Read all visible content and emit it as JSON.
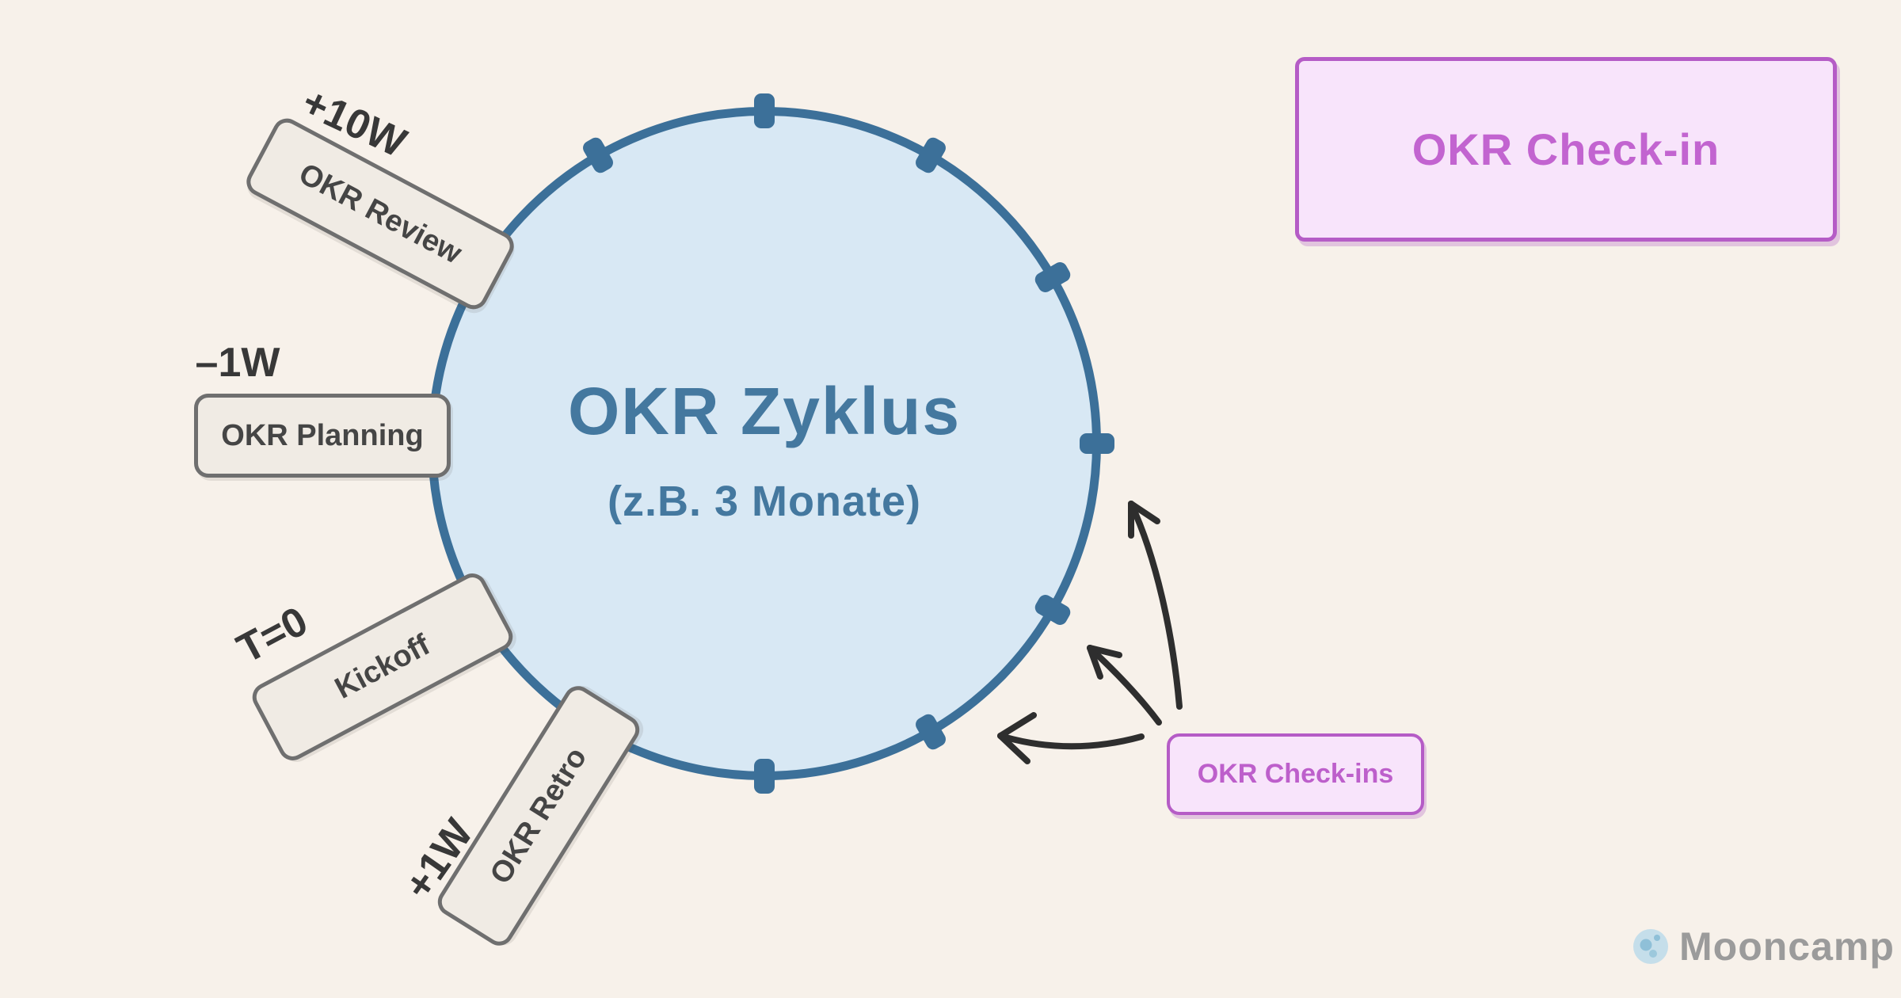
{
  "page": {
    "background": "#f7f1ea"
  },
  "cycle": {
    "title": "OKR Zyklus",
    "subtitle": "(z.B. 3 Monate)",
    "fill_color": "#d8e8f4",
    "stroke_color": "#3c7099",
    "tick_count_visible": 8
  },
  "milestones": [
    {
      "id": "okr-review",
      "time": "+10W",
      "label": "OKR Review"
    },
    {
      "id": "okr-planning",
      "time": "–1W",
      "label": "OKR Planning"
    },
    {
      "id": "kickoff",
      "time": "T=0",
      "label": "Kickoff"
    },
    {
      "id": "okr-retro",
      "time": "+1W",
      "label": "OKR Retro"
    }
  ],
  "checkin": {
    "title": "OKR Check-in",
    "callout": "OKR Check-ins",
    "accent_color": "#c264d0",
    "border_color": "#b55cc6",
    "fill_color": "#f8e4fb",
    "arrow_color": "#2e2e2e",
    "arrow_count": 3
  },
  "brand": {
    "name": "Mooncamp"
  }
}
